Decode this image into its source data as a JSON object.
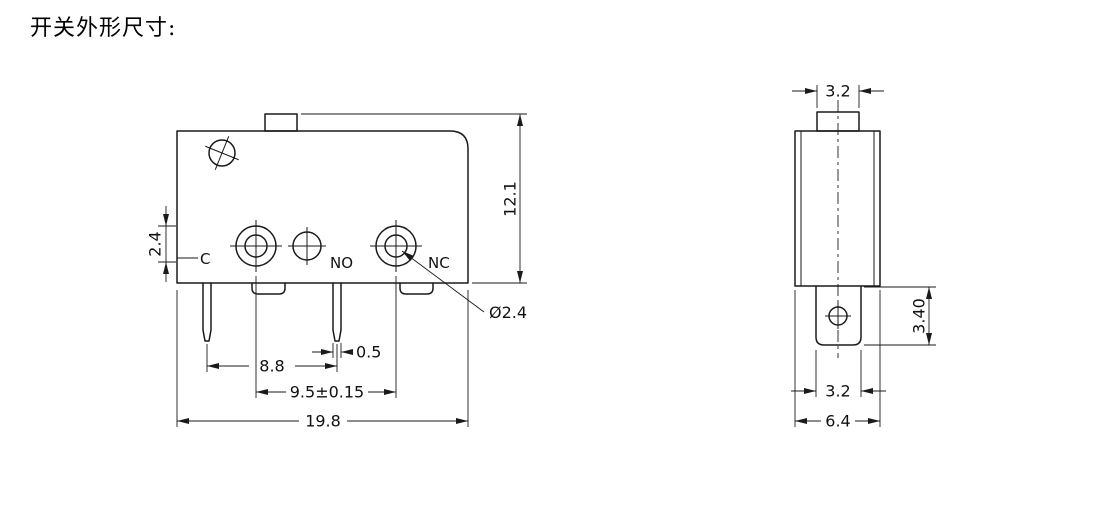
{
  "title": "开关外形尺寸:",
  "front_view": {
    "terminal_labels": {
      "common": "C",
      "normally_open": "NO",
      "normally_closed": "NC"
    },
    "dimensions": {
      "body_height": "12.1",
      "terminal_offset": "2.4",
      "pin_spacing": "8.8",
      "pin_width": "0.5",
      "hole_spacing": "9.5±0.15",
      "body_width": "19.8",
      "hole_diameter": "Ø2.4"
    }
  },
  "side_view": {
    "dimensions": {
      "plunger_width": "3.2",
      "terminal_block_height": "3.40",
      "terminal_block_width": "3.2",
      "body_depth": "6.4"
    }
  },
  "colors": {
    "line": "#1a1a1a",
    "background": "#ffffff"
  }
}
